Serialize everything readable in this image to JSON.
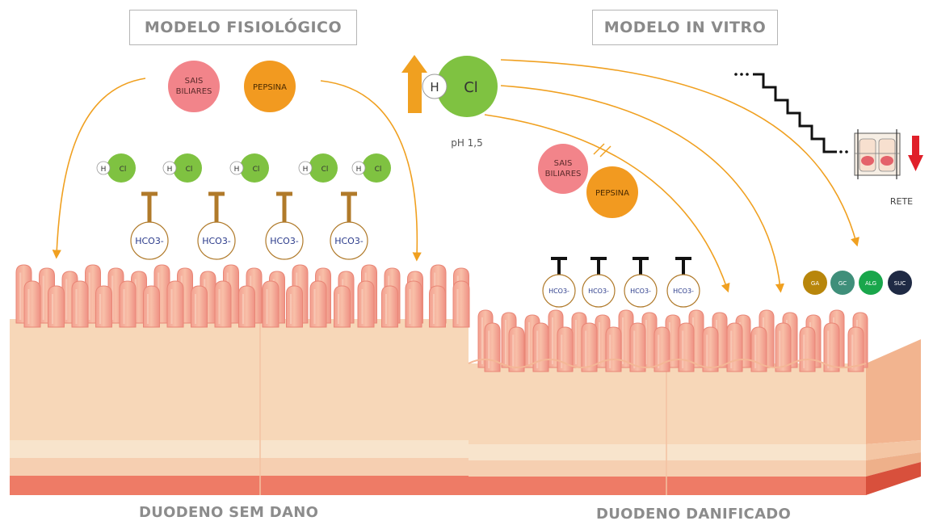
{
  "physiological": {
    "title": "MODELO FISIOLÓGICO",
    "bile_salts": "SAIS BILIARES",
    "pepsin": "PEPSINA",
    "hydrogen": "H",
    "chloride": "Cl",
    "bicarbonate": "HCO3-",
    "bottom_label": "DUODENO SEM DANO"
  },
  "in_vitro": {
    "title": "MODELO IN VITRO",
    "hydrogen": "H",
    "chloride": "Cl",
    "ph_label": "pH 1,5",
    "bile_salts": "SAIS BILIARES",
    "pepsin": "PEPSINA",
    "bicarbonate": "HCO3-",
    "rete_label": "RETE",
    "compounds": [
      "GA",
      "GC",
      "ALG",
      "SUC"
    ],
    "bottom_label": "DUODENO DANIFICADO"
  },
  "colors": {
    "bile_salts": "#f2848a",
    "pepsin": "#f29a20",
    "hcl_green": "#7fc241",
    "arrow_orange": "#f0a020",
    "inhibitor_brown": "#b07a2a",
    "inhibitor_black": "#111111",
    "ga": "#b8860b",
    "gc": "#3f8f7a",
    "alg": "#19a64b",
    "suc": "#1f2a44",
    "tissue_villus": "#f0a090",
    "tissue_base": "#f7d7b8",
    "tissue_muscle": "#ef7a64"
  },
  "icons": [
    "up-arrow-icon",
    "down-arrow-icon",
    "staircase-icon",
    "cell-monolayer-icon"
  ]
}
